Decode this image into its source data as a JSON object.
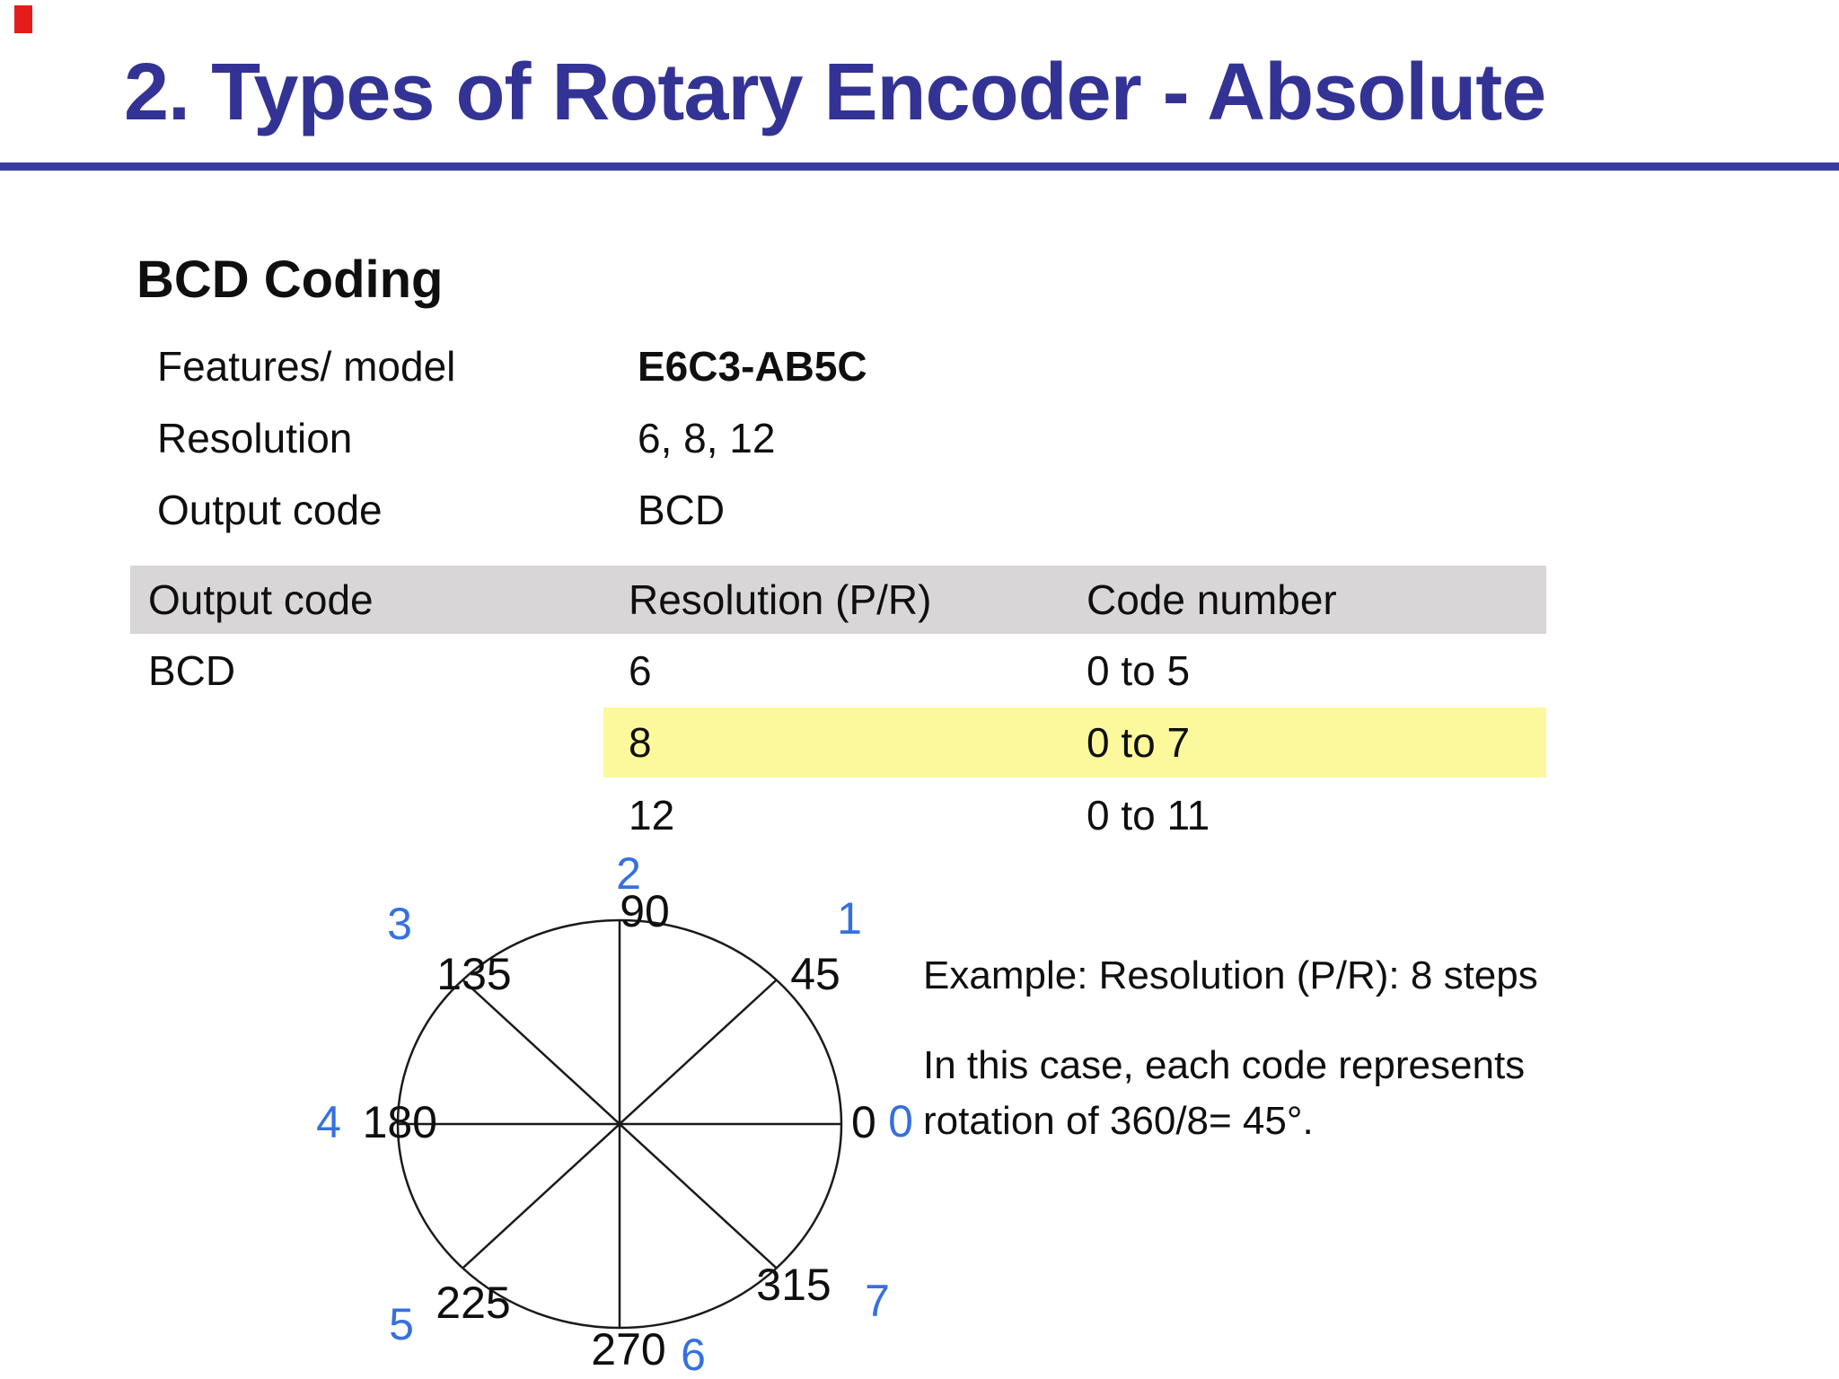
{
  "slide": {
    "title": "2. Types of Rotary Encoder - Absolute",
    "heading": "BCD Coding"
  },
  "specs": {
    "rows": [
      {
        "label": "Features/ model",
        "value": "E6C3-AB5C"
      },
      {
        "label": "Resolution",
        "value": "6, 8, 12"
      },
      {
        "label": "Output code",
        "value": "BCD"
      }
    ]
  },
  "table": {
    "headers": [
      "Output code",
      "Resolution (P/R)",
      "Code number"
    ],
    "rows": [
      {
        "output_code": "BCD",
        "resolution": "6",
        "code_number": "0 to 5",
        "highlighted": false
      },
      {
        "output_code": "",
        "resolution": "8",
        "code_number": "0 to 7",
        "highlighted": true
      },
      {
        "output_code": "",
        "resolution": "12",
        "code_number": "0 to 11",
        "highlighted": false
      }
    ]
  },
  "example": {
    "line1": "Example: Resolution (P/R): 8 steps",
    "line2": "In this case, each code represents",
    "line3": "rotation of 360/8= 45°."
  },
  "diagram": {
    "description": "circle divided into 8 sectors of 45 degrees",
    "angle_labels": {
      "deg0": "0",
      "deg45": "45",
      "deg90": "90",
      "deg135": "135",
      "deg180": "180",
      "deg225": "225",
      "deg270": "270",
      "deg315": "315"
    },
    "sector_labels": {
      "s0": "0",
      "s1": "1",
      "s2": "2",
      "s3": "3",
      "s4": "4",
      "s5": "5",
      "s6": "6",
      "s7": "7"
    }
  },
  "colors": {
    "title_blue": "#333395",
    "rule_blue": "#3a3b9e",
    "table_header_gray": "#d8d6d7",
    "highlight_yellow": "#fbf99c",
    "sector_label_blue": "#3570e0",
    "marker_red": "#e41d1c"
  }
}
